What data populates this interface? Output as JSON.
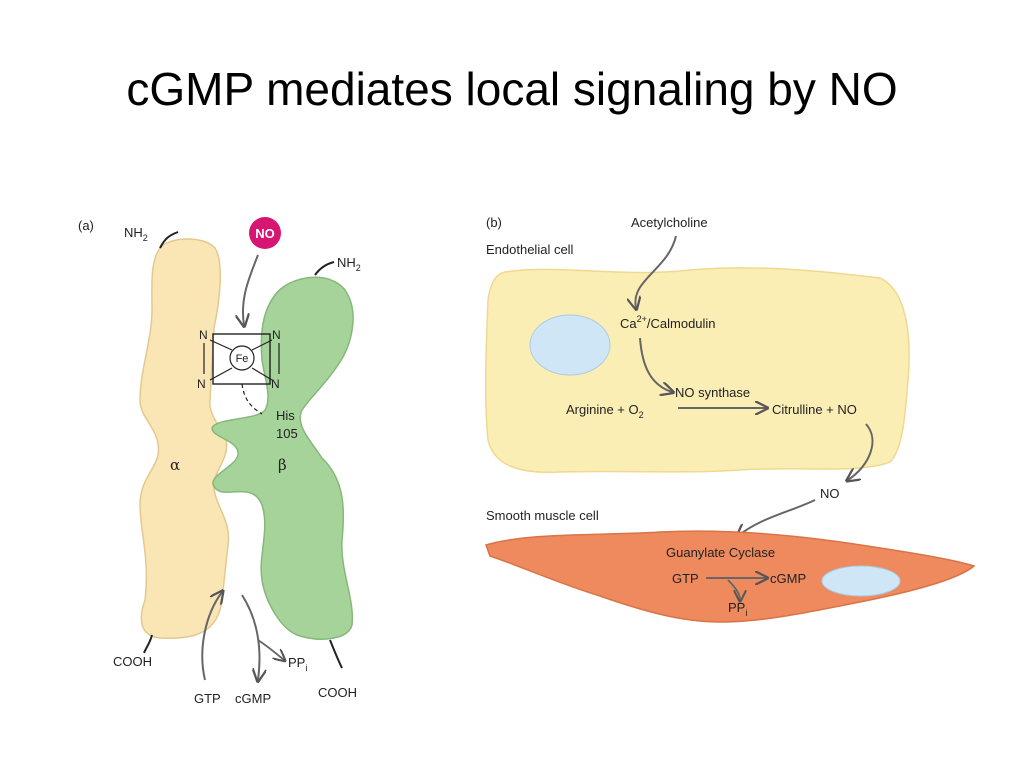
{
  "title": "cGMP mediates local signaling by NO",
  "colors": {
    "alpha_subunit": "#fae6b4",
    "beta_subunit": "#a5d39a",
    "no_badge": "#d61672",
    "endothelial_cell": "#fbeeb5",
    "smooth_muscle_cell": "#ee8a5e",
    "nucleus": "#cfe6f7"
  },
  "panel_a": {
    "label": "(a)",
    "nh2_left": "NH",
    "nh2_right": "NH",
    "nh2_sub": "2",
    "no_badge": "NO",
    "heme_n": "N",
    "heme_fe": "Fe",
    "his_line1": "His",
    "his_line2": "105",
    "alpha": "α",
    "beta": "β",
    "cooh_left": "COOH",
    "cooh_right": "COOH",
    "gtp": "GTP",
    "cgmp": "cGMP",
    "ppi": "PP",
    "ppi_sub": "i"
  },
  "panel_b": {
    "label": "(b)",
    "endothelial_cell": "Endothelial cell",
    "acetylcholine": "Acetylcholine",
    "ca": "Ca",
    "ca_sup": "2+",
    "calmodulin": "/Calmodulin",
    "no_synthase": "NO synthase",
    "arginine": "Arginine + O",
    "o2_sub": "2",
    "citrulline": "Citrulline + NO",
    "no_free": "NO",
    "smooth_muscle_cell": "Smooth muscle cell",
    "guanylate_cyclase": "Guanylate Cyclase",
    "gtp": "GTP",
    "cgmp": "cGMP",
    "ppi": "PP",
    "ppi_sub": "i"
  }
}
